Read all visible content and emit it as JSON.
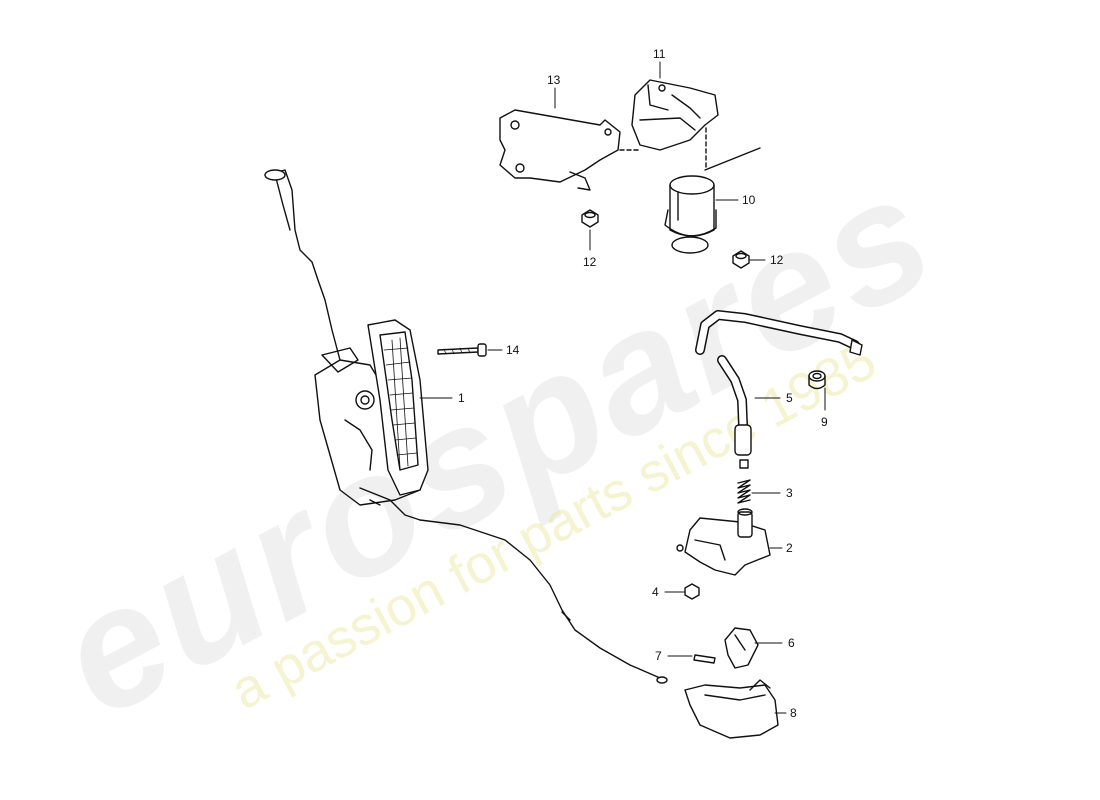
{
  "watermark": {
    "logo_text": "eurospares",
    "tagline": "a passion for parts since 1985"
  },
  "callouts": {
    "c1": "1",
    "c2": "2",
    "c3": "3",
    "c4": "4",
    "c5": "5",
    "c6": "6",
    "c7": "7",
    "c8": "8",
    "c9": "9",
    "c10": "10",
    "c11": "11",
    "c12a": "12",
    "c12b": "12",
    "c13": "13",
    "c14": "14"
  }
}
